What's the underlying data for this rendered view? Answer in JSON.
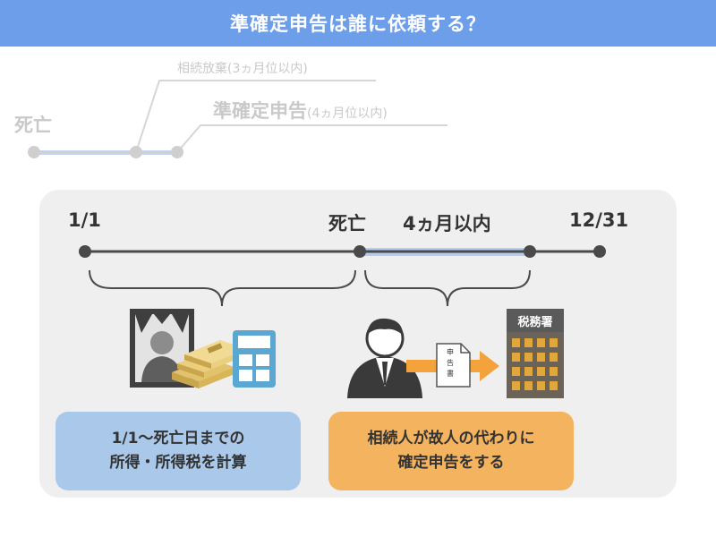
{
  "title": "準確定申告は誰に依頼する？",
  "top_timeline": {
    "death": "死亡",
    "renunciation": "相続放棄",
    "renunciation_period": "(3ヵ月位以内)",
    "quasi_final": "準確定申告",
    "quasi_final_period": "(4ヵ月位以内)"
  },
  "timeline": {
    "start": "1/1",
    "death": "死亡",
    "period": "4ヵ月以内",
    "end": "12/31"
  },
  "left_box": {
    "line1": "1/1～死亡日までの",
    "line2": "所得・所得税を計算"
  },
  "right_box": {
    "line1": "相続人が故人の代わりに",
    "line2": "確定申告をする"
  },
  "document_label": {
    "c1": "申",
    "c2": "告",
    "c3": "書"
  },
  "tax_office": "税務署",
  "colors": {
    "header": "#6d9eea",
    "highlight_blue": "#b7cdef",
    "box_blue": "#a9c8ea",
    "box_orange": "#f4b35f",
    "arrow_orange": "#f4a23c",
    "dark": "#4a4a4a"
  }
}
